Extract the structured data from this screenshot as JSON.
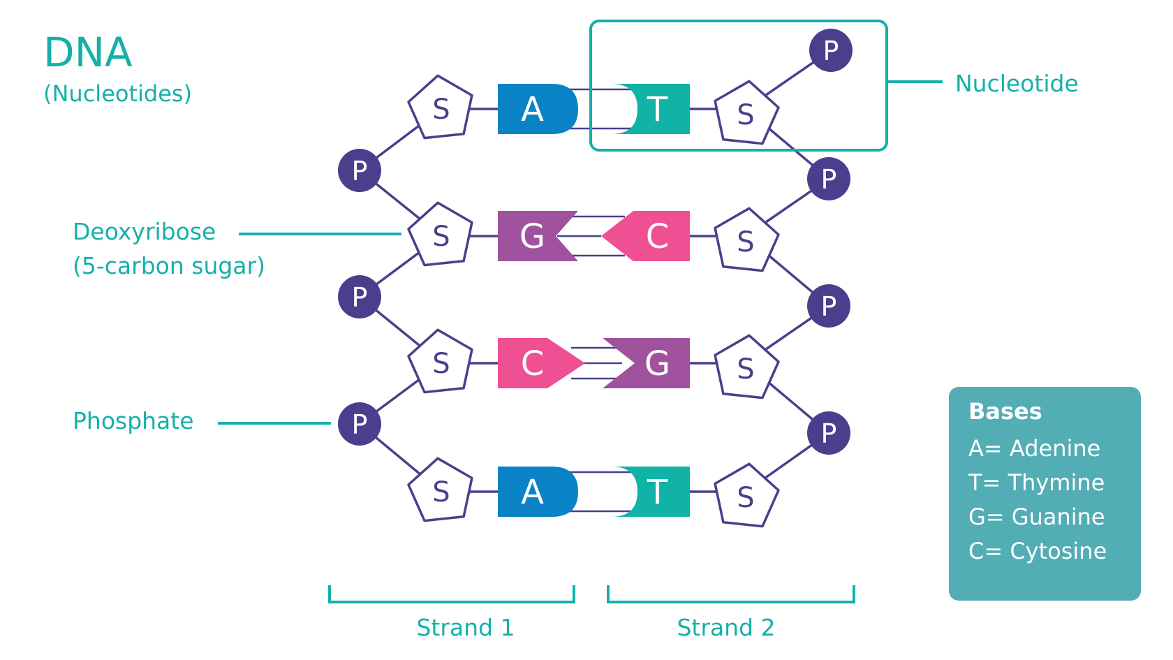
{
  "title": "DNA",
  "subtitle": "(Nucleotides)",
  "colors": {
    "teal": "#14b0aa",
    "purple": "#4a3f8c",
    "adenine": "#0a82c6",
    "thymine": "#12b3a7",
    "guanine": "#a0529f",
    "cytosine": "#ef4f93",
    "legend_bg": "#52adb5"
  },
  "labels": {
    "nucleotide": "Nucleotide",
    "deoxyribose_line1": "Deoxyribose",
    "deoxyribose_line2": "(5-carbon sugar)",
    "phosphate": "Phosphate",
    "strand1": "Strand 1",
    "strand2": "Strand 2"
  },
  "symbols": {
    "sugar": "S",
    "phosphate": "P"
  },
  "pairs": [
    {
      "left": "A",
      "right": "T"
    },
    {
      "left": "G",
      "right": "C"
    },
    {
      "left": "C",
      "right": "G"
    },
    {
      "left": "A",
      "right": "T"
    }
  ],
  "legend": {
    "title": "Bases",
    "items": [
      "A= Adenine",
      "T= Thymine",
      "G= Guanine",
      "C= Cytosine"
    ]
  }
}
